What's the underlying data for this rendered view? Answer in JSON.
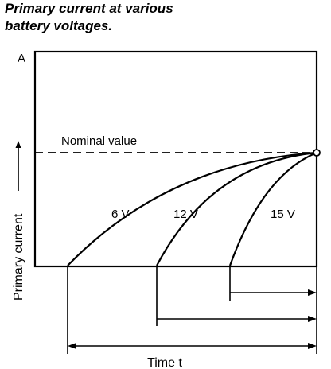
{
  "title_line1": "Primary current at various",
  "title_line2": "battery voltages.",
  "chart_data": {
    "type": "line",
    "title": "Primary current at various battery voltages.",
    "xlabel": "Time t",
    "ylabel": "Primary current",
    "y_unit": "A",
    "annotations": [
      "Nominal value"
    ],
    "series": [
      {
        "name": "6 V",
        "start": 0.0
      },
      {
        "name": "12 V",
        "start": 0.36
      },
      {
        "name": "15 V",
        "start": 0.65
      }
    ],
    "series_note_end": 1.0,
    "nominal_level": 0.73,
    "grid": false
  }
}
